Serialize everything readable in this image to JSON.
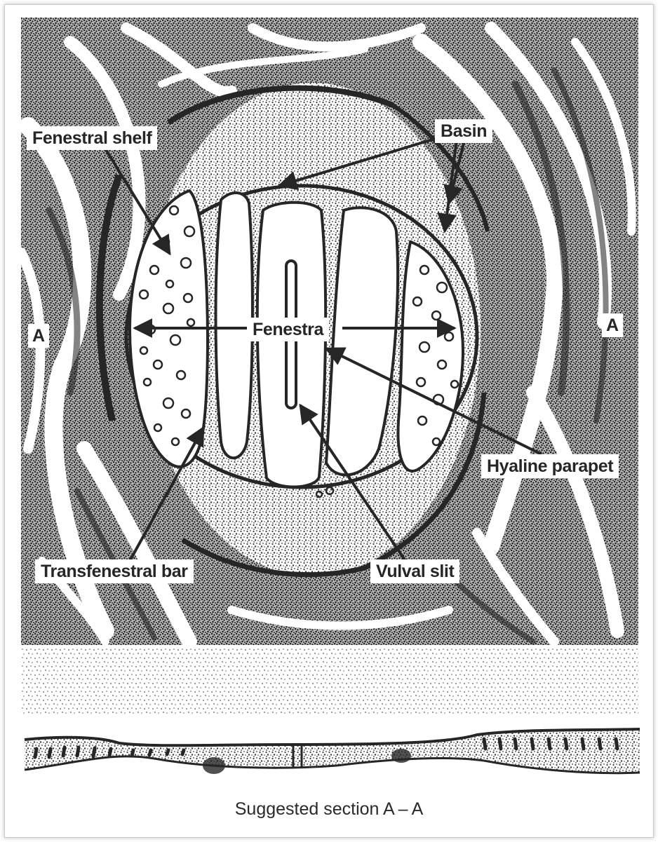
{
  "figure": {
    "labels": {
      "basin": "Basin",
      "fenestral_shelf": "Fenestral shelf",
      "fenestra": "Fenestra",
      "a_left": "A",
      "a_right": "A",
      "hyaline_parapet": "Hyaline parapet",
      "transfenestral_bar": "Transfenestral bar",
      "vulval_slit": "Vulval slit"
    },
    "section_caption": "Suggested section A – A"
  },
  "colors": {
    "ink": "#262626",
    "stipple": "#3a3a3a",
    "paper": "#ffffff"
  }
}
